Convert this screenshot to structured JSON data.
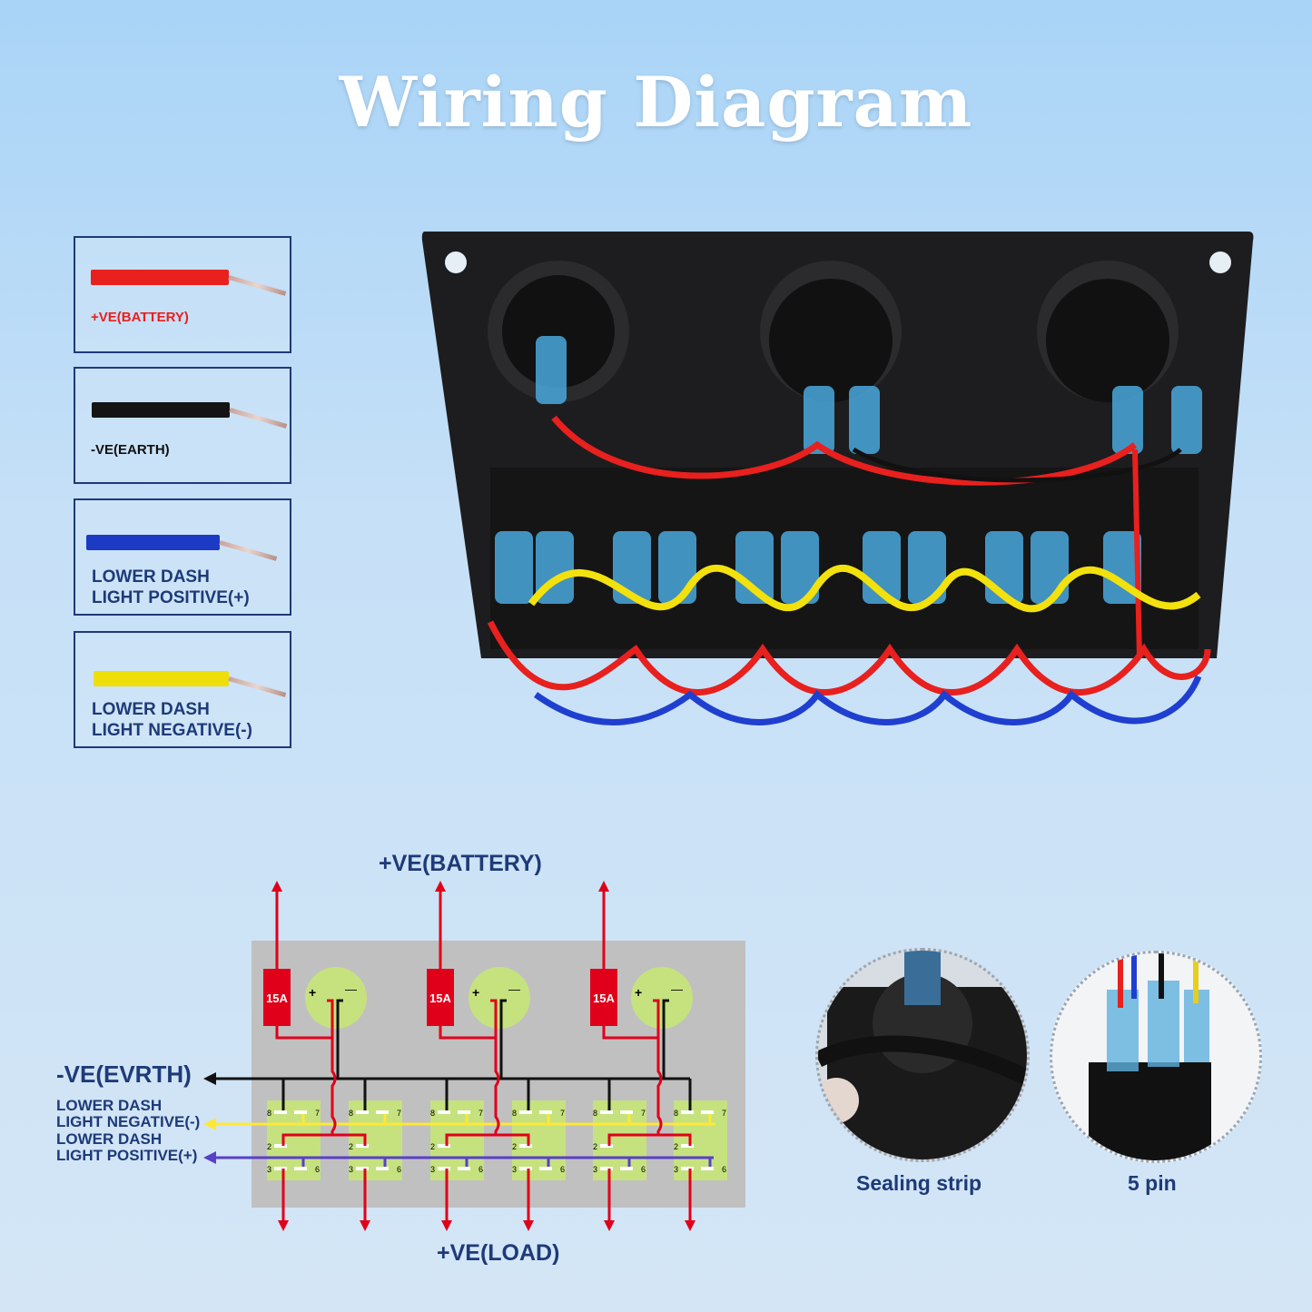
{
  "title": "Wiring Diagram",
  "legend": [
    {
      "label": "+VE(BATTERY)",
      "wire_color": "#e8201e",
      "text_color": "#e8201e"
    },
    {
      "label": "-VE(EARTH)",
      "wire_color": "#141414",
      "text_color": "#111111"
    },
    {
      "label": "LOWER DASH\nLIGHT POSITIVE(+)",
      "wire_color": "#1c3ac4",
      "text_color": "#1e3a78"
    },
    {
      "label": "LOWER DASH\nLIGHT NEGATIVE(-)",
      "wire_color": "#f0de0a",
      "text_color": "#1e3a78"
    }
  ],
  "schematic": {
    "battery_label": "+VE(BATTERY)",
    "earth_label": "-VE(EVRTH)",
    "neg_label": "LOWER DASH\nLIGHT NEGATIVE(-)",
    "pos_label": "LOWER DASH\nLIGHT POSITIVE(+)",
    "load_label": "+VE(LOAD)",
    "fuse_rating": "15A",
    "socket_plus": "+",
    "socket_minus": "—",
    "pins": [
      "8",
      "7",
      "2",
      "3",
      "6"
    ],
    "colors": {
      "positive": "#e0001a",
      "earth": "#111111",
      "negative": "#ffe835",
      "dash_positive": "#5a3fc8",
      "panel": "#c0c0c0",
      "pad": "#c5e27f"
    }
  },
  "details": [
    {
      "caption": "Sealing strip"
    },
    {
      "caption": "5 pin"
    }
  ]
}
